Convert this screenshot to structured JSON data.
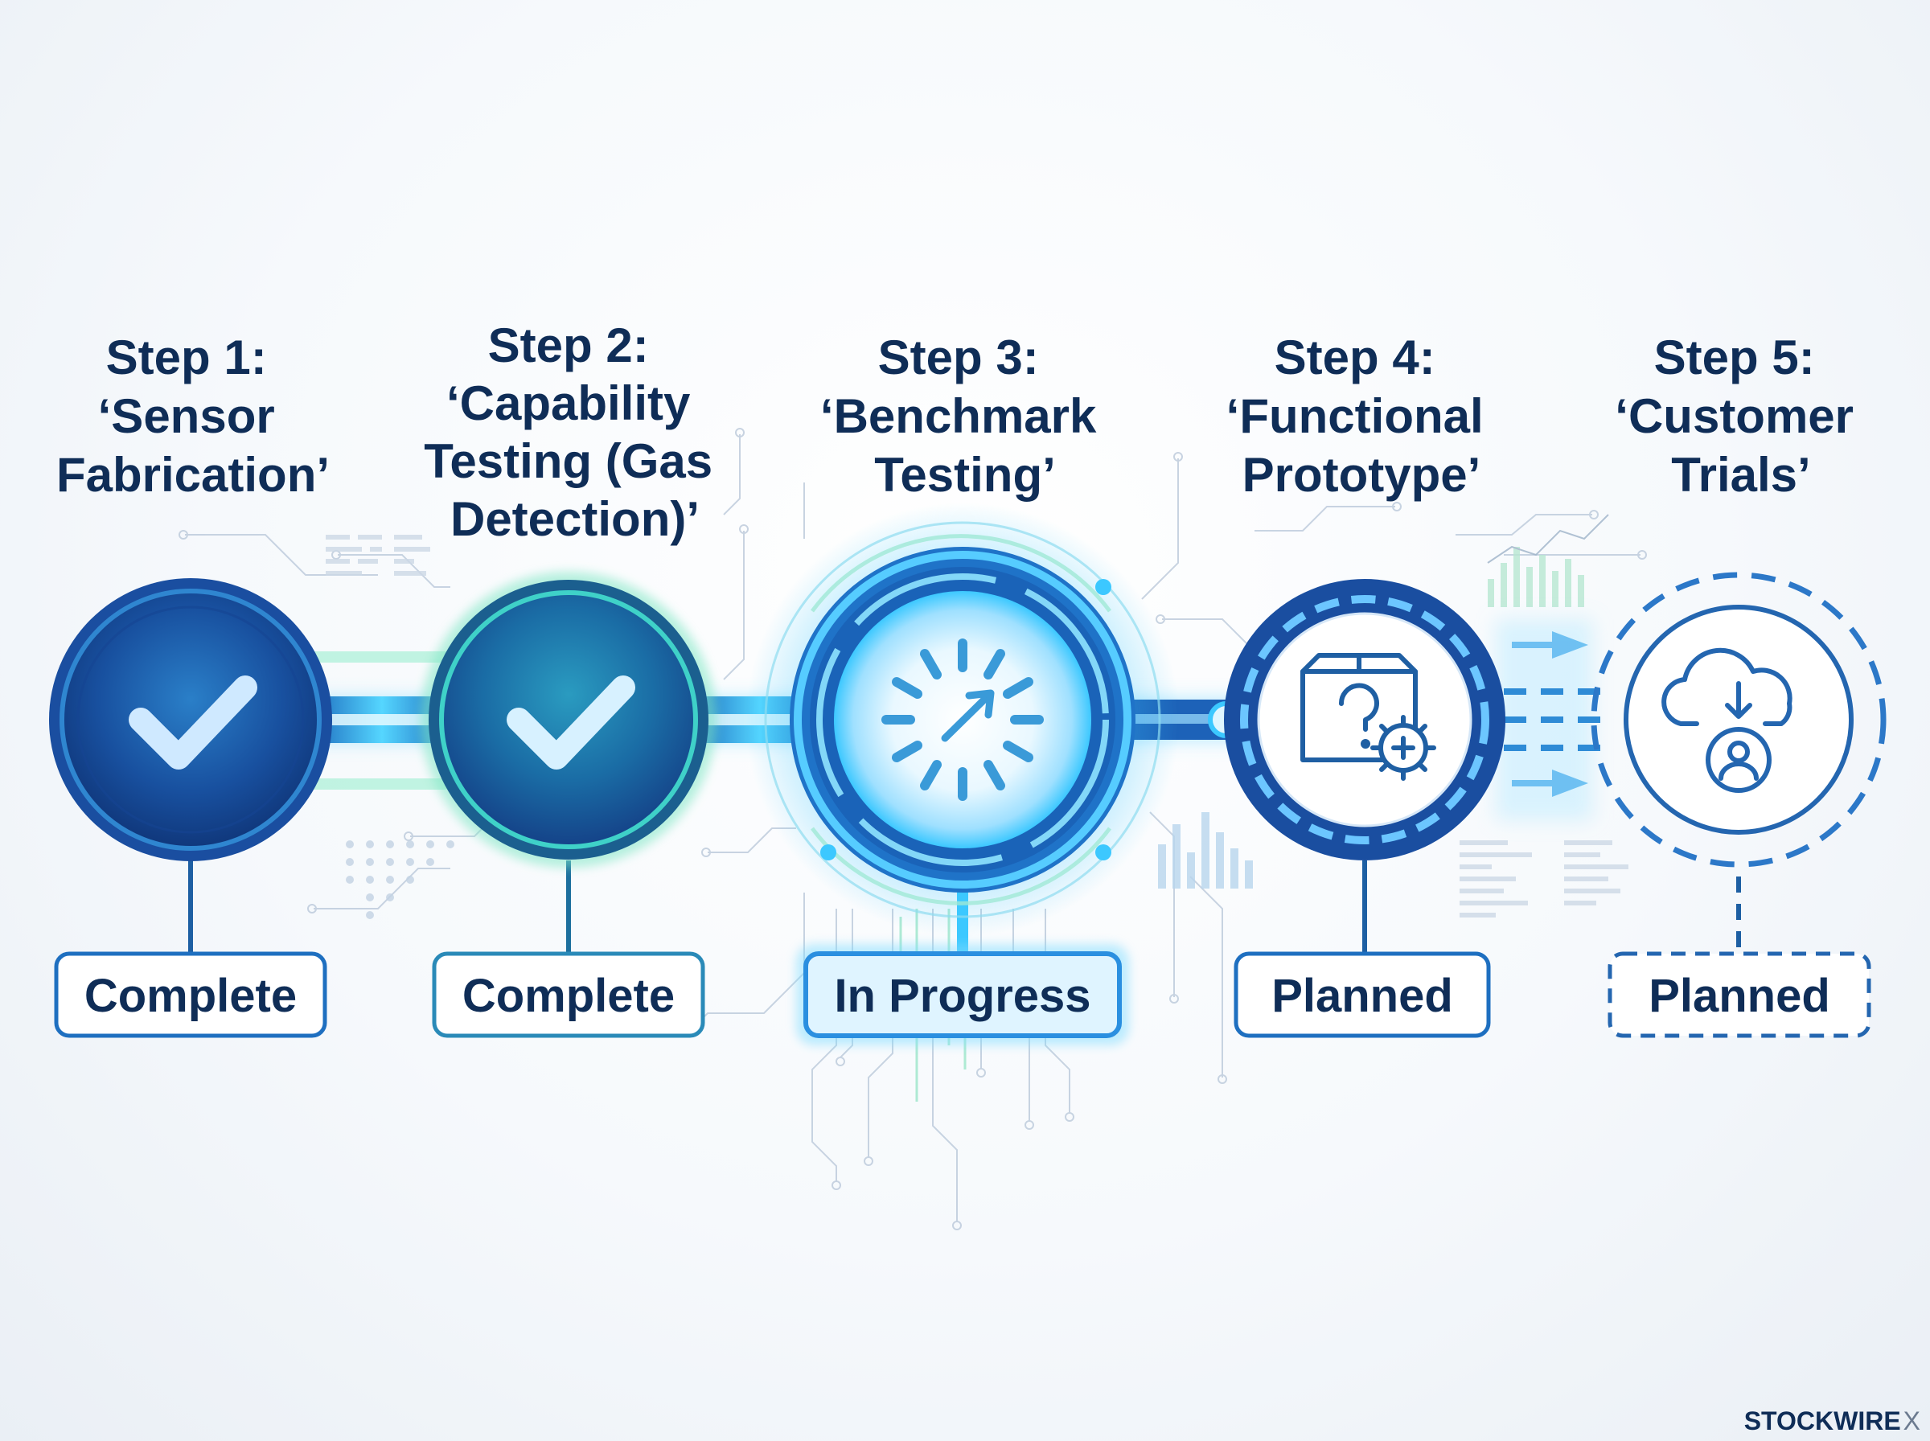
{
  "steps": [
    {
      "label": "Step 1:",
      "lines": [
        "‘Sensor",
        "Fabrication’"
      ],
      "status": "Complete",
      "state": "complete"
    },
    {
      "label": "Step 2:",
      "lines": [
        "‘Capability",
        "Testing (Gas",
        "Detection)’"
      ],
      "status": "Complete",
      "state": "complete"
    },
    {
      "label": "Step 3:",
      "lines": [
        "‘Benchmark",
        "Testing’"
      ],
      "status": "In Progress",
      "state": "in-progress"
    },
    {
      "label": "Step 4:",
      "lines": [
        "‘Functional",
        "Prototype’"
      ],
      "status": "Planned",
      "state": "planned"
    },
    {
      "label": "Step 5:",
      "lines": [
        "‘Customer",
        "Trials’"
      ],
      "status": "Planned",
      "state": "planned-future"
    }
  ],
  "icons": {
    "step1": "checkmark-icon",
    "step2": "checkmark-icon",
    "step3": "progress-spinner-icon",
    "step4": "box-question-gear-icon",
    "step5": "cloud-download-user-icon"
  },
  "colors": {
    "title": "#0f2d57",
    "complete_dark": "#163f8f",
    "complete_teal": "#1a7fa0",
    "in_progress_glow": "#3cc8ff",
    "planned_stroke": "#1e5fa8",
    "connector_glow": "#42b4f5"
  },
  "watermark": {
    "brand": "STOCKWIRE",
    "mark": "X"
  }
}
